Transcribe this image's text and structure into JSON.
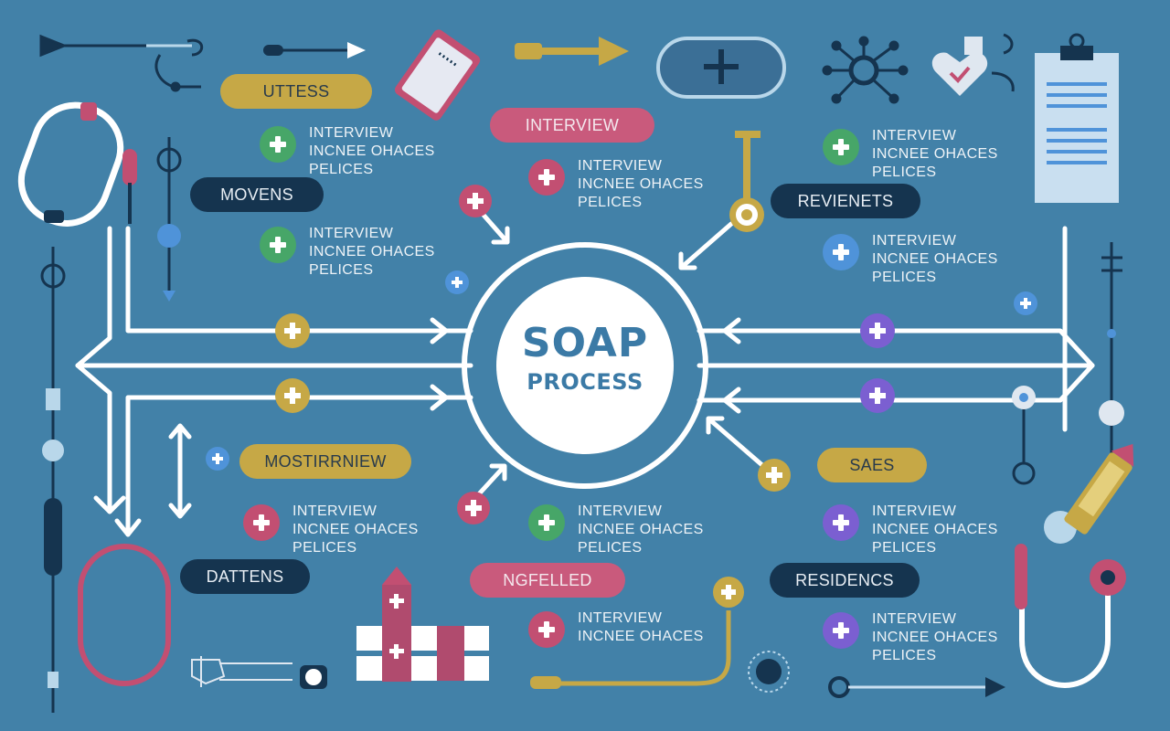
{
  "center": {
    "title": "SOAP",
    "subtitle": "PROCESS"
  },
  "labels": {
    "uttess": "UTTESS",
    "interview": "INTERVIEW",
    "movens": "MOVENS",
    "revienets": "REVIENETS",
    "mostirrniew": "MOSTIRRNIEW",
    "saes": "SAES",
    "dattens": "DATTENS",
    "ngfelled": "NGFELLED",
    "residencs": "RESIDENCS"
  },
  "blocks": [
    {
      "color": "green",
      "lines": [
        "INTERVIEW",
        "INCNEE OHACES",
        "PELICES"
      ]
    },
    {
      "color": "green",
      "lines": [
        "INTERVIEW",
        "INCNEE OHACES",
        "PELICES"
      ]
    },
    {
      "color": "pink",
      "lines": [
        "INTERVIEW",
        "INCNEE OHACES",
        "PELICES"
      ]
    },
    {
      "color": "green",
      "lines": [
        "INTERVIEW",
        "INCNEE OHACES",
        "PELICES"
      ]
    },
    {
      "color": "blue",
      "lines": [
        "INTERVIEW",
        "INCNEE OHACES",
        "PELICES"
      ]
    },
    {
      "color": "pink",
      "lines": [
        "INTERVIEW",
        "INCNEE OHACES",
        "PELICES"
      ]
    },
    {
      "color": "green",
      "lines": [
        "INTERVIEW",
        "INCNEE OHACES",
        "PELICES"
      ]
    },
    {
      "color": "purple",
      "lines": [
        "INTERVIEW",
        "INCNEE OHACES",
        "PELICES"
      ]
    },
    {
      "color": "pink",
      "lines": [
        "INTERVIEW",
        "INCNEE OHACES"
      ]
    },
    {
      "color": "purple",
      "lines": [
        "INTERVIEW",
        "INCNEE OHACES",
        "PELICES"
      ]
    }
  ],
  "colors": {
    "background": "#4281a8",
    "gold": "#c6a846",
    "navy": "#15344f",
    "pink": "#c95a7c",
    "green": "#47a668",
    "blue": "#4f93d9",
    "purple": "#7b5fd1"
  },
  "icons": [
    "stethoscope-icon",
    "plus-button-icon",
    "network-node-icon",
    "heart-icon",
    "clipboard-icon",
    "phone-icon",
    "pen-icon",
    "hospital-building-icon",
    "syringe-icon",
    "pill-icon"
  ]
}
